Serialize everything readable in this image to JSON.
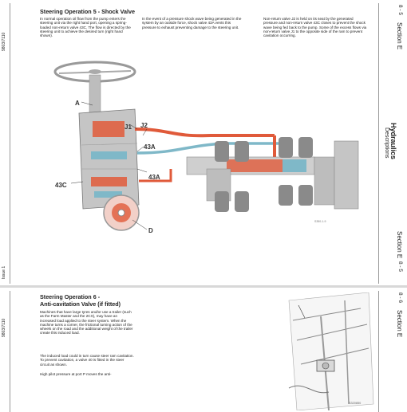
{
  "page1": {
    "doc_code": "9803/7110",
    "issue": "Issue 1",
    "title": "Steering Operation 5 - Shock Valve",
    "col1": "In normal operation oil flow from the pump enters the steering unit via the right hand port, opening a spring-loaded non-return valve 43C. The flow is directed by the steering unit to achieve the desired turn (right hand shown).",
    "col2": "In the event of a pressure shock wave being generated in the system by an outside force, shock valve 43A vents this pressure to exhaust preventing damage to the steering unit.",
    "col3": "Non-return valve J2 is held on its seat by the generated pressure and non-return valve 43C closes to prevent the shock wave being fed back to the pump. Some of the excess flows via non-return valve J1 to the opposite side of the ram to prevent cavitation occurring.",
    "section_top": "Section E",
    "page_top": "8 - 5",
    "chapter": "Hydraulics",
    "subchapter": "Descriptions",
    "section_bottom": "Section E",
    "page_bottom": "8 - 5",
    "fig_ref": "S350-1-9",
    "labels": {
      "A": "A",
      "J1": "J1",
      "J2": "J2",
      "v43A_1": "43A",
      "v43A_2": "43A",
      "v43C": "43C",
      "D": "D"
    }
  },
  "page2": {
    "doc_code": "9803/7110",
    "title_line1": "Steering Operation 6 -",
    "title_line2": "Anti-cavitation Valve (if fitted)",
    "para1": "Machines that have large tyres and/or use a trailer (such as the Farm Master and the 2CX), may have an increased load applied to the steer system. When the machine turns a corner, the frictional turning action of the wheels on the road and the additional weight of the trailer create this induced load.",
    "para2": "The induced load could in turn cause steer ram cavitation. To prevent cavitation, a valve 40 is fitted in the steer circuit as shown.",
    "para3": "High pilot pressure at port P moves the anti-",
    "section": "Section E",
    "page": "8 - 6",
    "fig_ref": "S320850"
  },
  "colors": {
    "pressure": "#e05a3a",
    "return": "#7fb8c8",
    "neutral": "#c9c9c9"
  }
}
